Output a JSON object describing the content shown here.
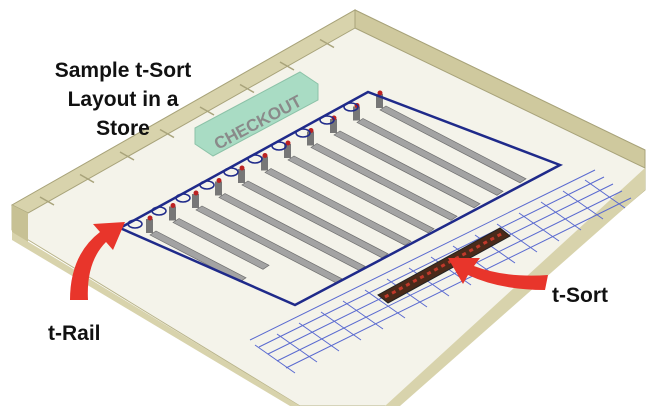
{
  "title_lines": [
    "Sample t-Sort",
    "Layout in a",
    "Store"
  ],
  "checkout_label": "CHECKOUT",
  "callouts": {
    "rail": "t-Rail",
    "sort": "t-Sort"
  },
  "colors": {
    "wall": "#d8d3ac",
    "floor": "#f4f3ea",
    "rail": "#1f2a8a",
    "arrow": "#e8352b",
    "checkout": "#a9dcc4",
    "shelf": "#9a9a9a",
    "rack": "#5a6ad0"
  }
}
